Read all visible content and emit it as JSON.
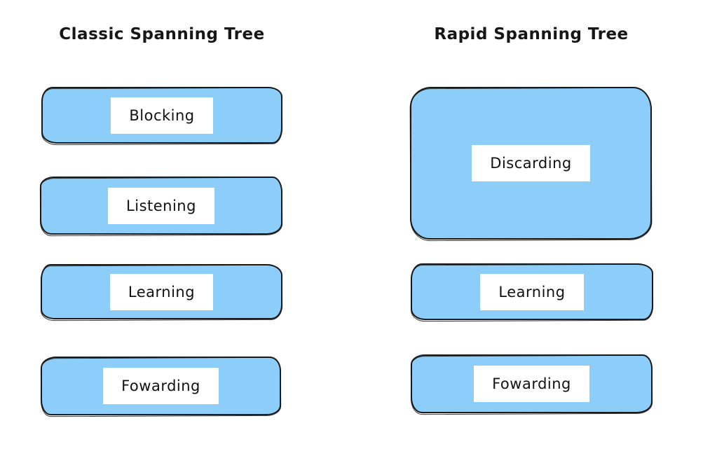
{
  "diagram": {
    "title_left": "Classic Spanning Tree",
    "title_right": "Rapid Spanning Tree",
    "columns": [
      {
        "title": "Classic Spanning Tree",
        "states": [
          "Blocking",
          "Listening",
          "Learning",
          "Fowarding"
        ]
      },
      {
        "title": "Rapid Spanning Tree",
        "states": [
          "Discarding",
          "Learning",
          "Fowarding"
        ]
      }
    ],
    "colors": {
      "box_fill": "#8CCEF9",
      "box_border": "#1b1b1b",
      "label_background": "#ffffff",
      "text": "#111111",
      "canvas_background": "#ffffff"
    }
  }
}
